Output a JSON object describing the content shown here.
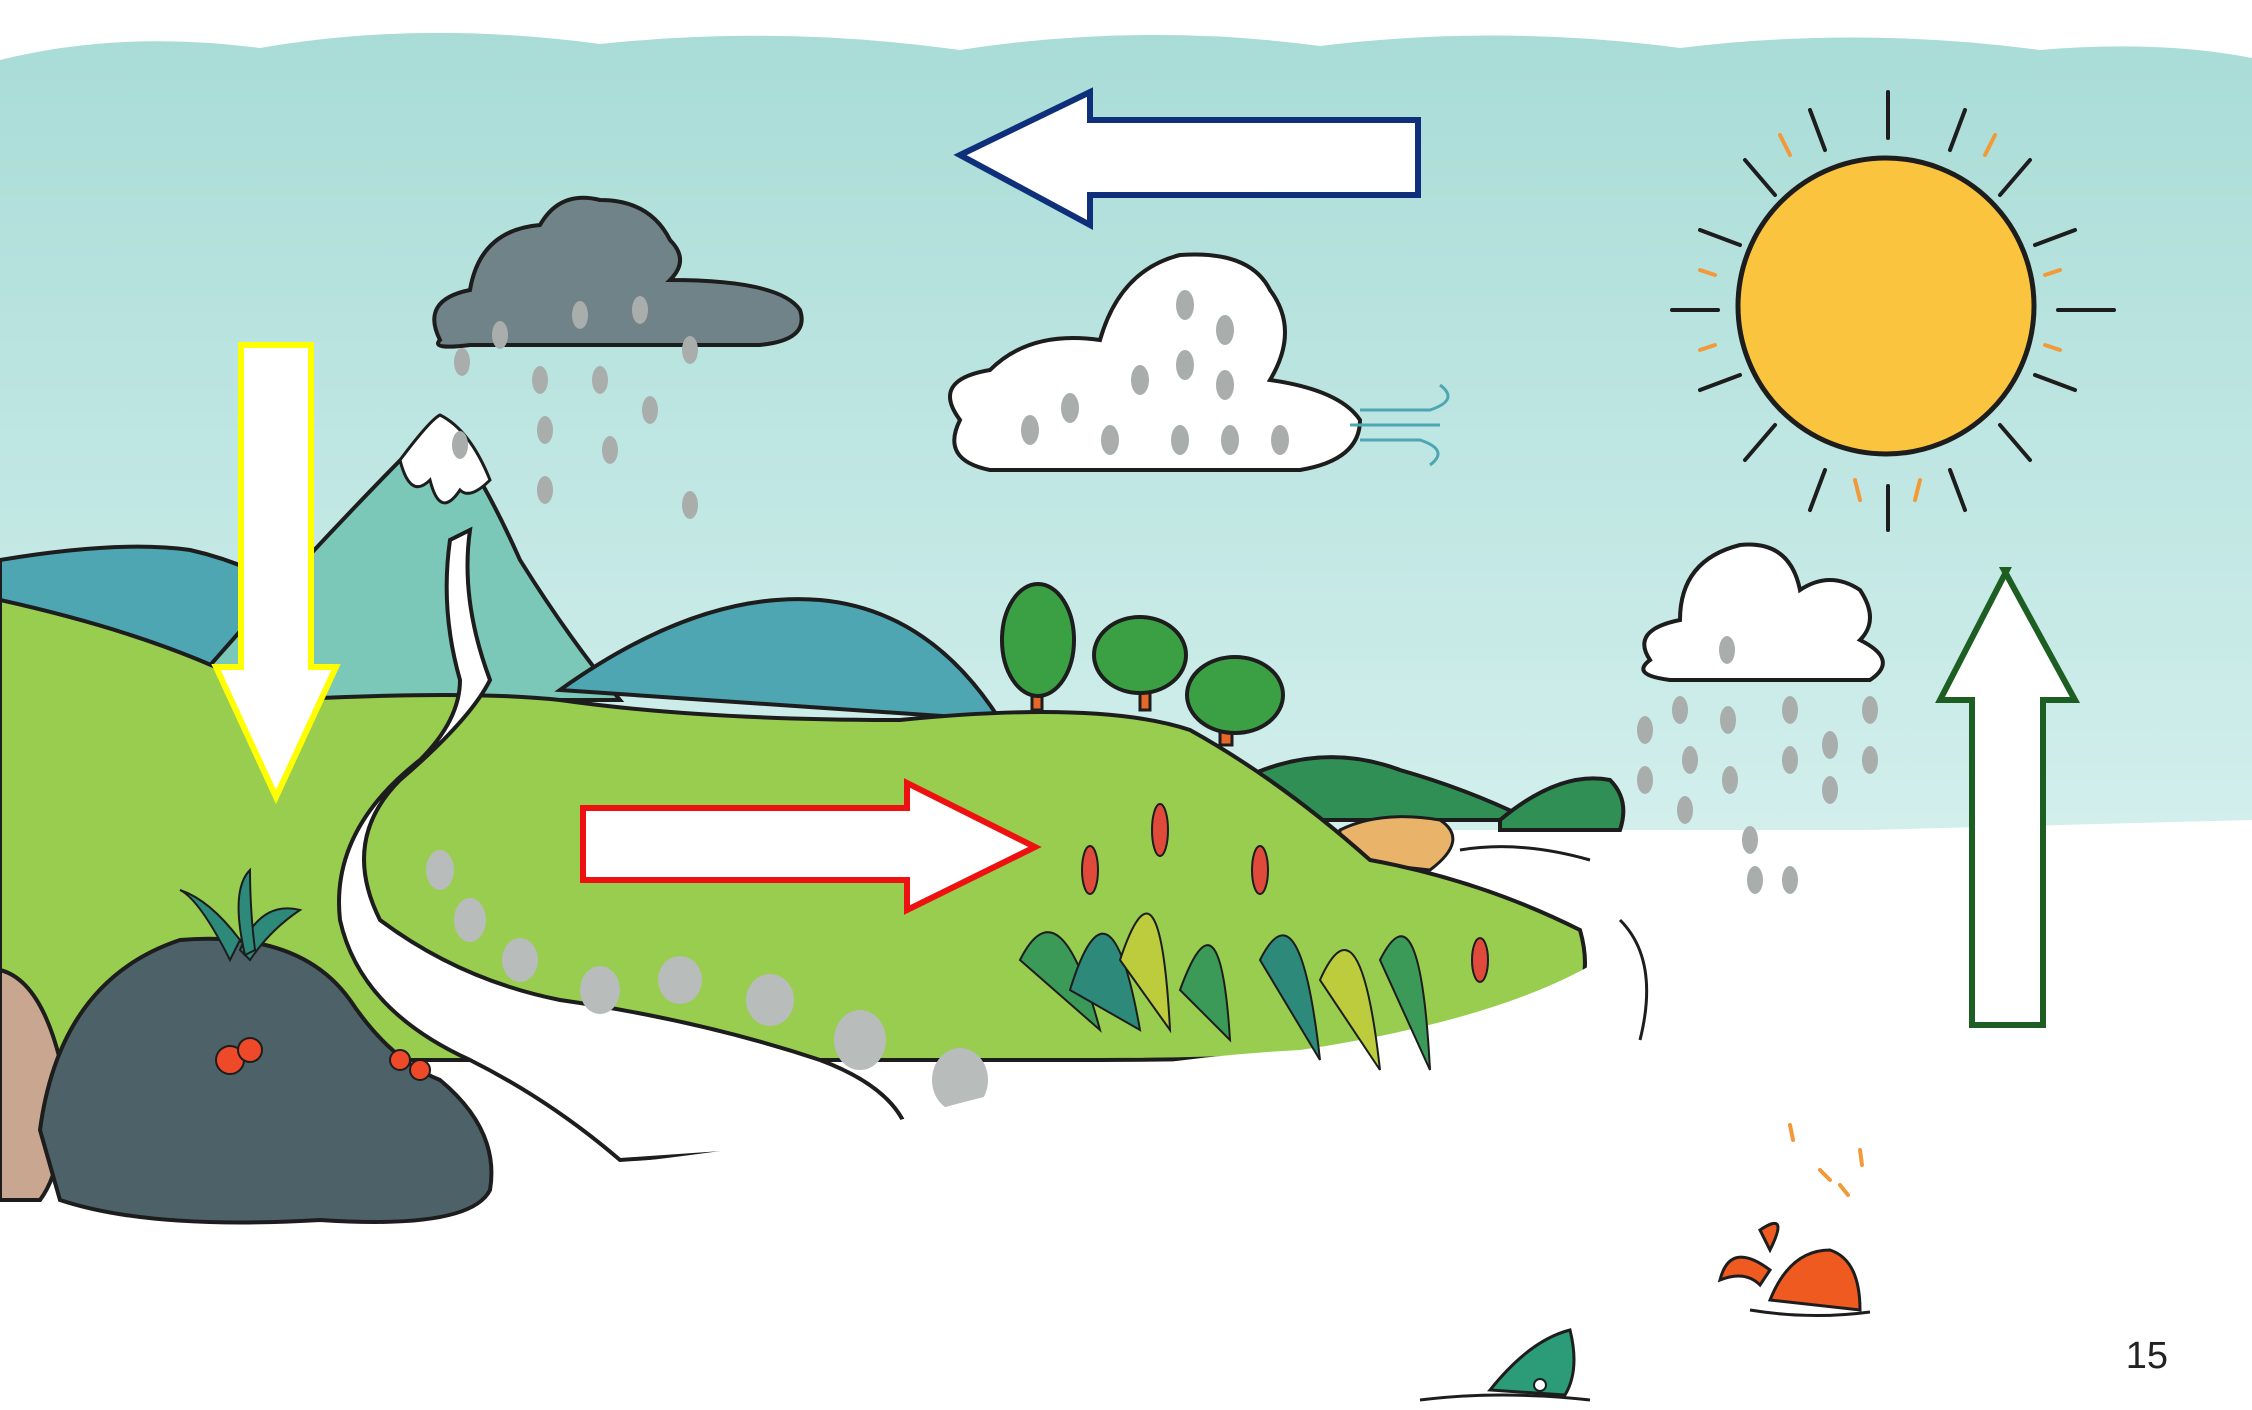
{
  "page": {
    "page_number": "15"
  },
  "colors": {
    "sky": "#bfe6e1",
    "sky_light": "#d9f1ee",
    "grass": "#98cd4f",
    "grass_dark": "#7fbd3d",
    "mountain_teal": "#7bc7b8",
    "mountain_blue": "#4ea6b3",
    "rain_cloud": "#6f8388",
    "raindrop": "#a9aeac",
    "sun": "#fbc43f",
    "sun_ray_orange": "#f29a3a",
    "rock": "#4d6268",
    "fish_orange": "#ee5a1f",
    "fish_green": "#2b9c77",
    "arrow_yellow": "#ffff00",
    "arrow_blue": "#0f2f7a",
    "arrow_red": "#ee1111",
    "arrow_green": "#1d5e22"
  },
  "arrows": [
    {
      "name": "precipitation-arrow",
      "direction": "down",
      "color": "#ffff00"
    },
    {
      "name": "condensation-arrow",
      "direction": "left",
      "color": "#0f2f7a"
    },
    {
      "name": "collection-arrow",
      "direction": "right",
      "color": "#ee1111"
    },
    {
      "name": "evaporation-arrow",
      "direction": "up",
      "color": "#1d5e22"
    }
  ]
}
